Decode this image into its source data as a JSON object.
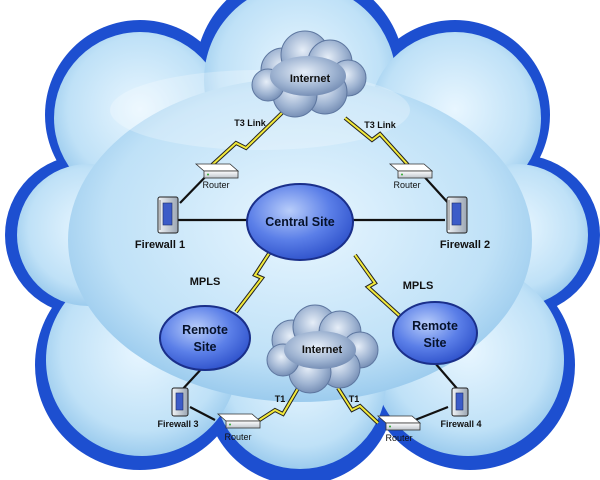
{
  "internet_top": "Internet",
  "internet_bottom": "Internet",
  "t3_left": "T3 Link",
  "t3_right": "T3 Link",
  "router_top_left": "Router",
  "router_top_right": "Router",
  "router_bottom_left": "Router",
  "router_bottom_right": "Router",
  "central_site": "Central Site",
  "firewall_1": "Firewall 1",
  "firewall_2": "Firewall 2",
  "firewall_3": "Firewall 3",
  "firewall_4": "Firewall 4",
  "mpls_left": "MPLS",
  "mpls_right": "MPLS",
  "remote_left_line1": "Remote",
  "remote_left_line2": "Site",
  "remote_right_line1": "Remote",
  "remote_right_line2": "Site",
  "t1_left": "T1",
  "t1_right": "T1",
  "colors": {
    "outer_cloud_border": "#1d4fd0",
    "outer_cloud_fill": "#bfe1f7",
    "site_fill": "#4a70e0",
    "link_yellow": "#f2e93a",
    "internet_cloud": "#8fa6c8"
  }
}
